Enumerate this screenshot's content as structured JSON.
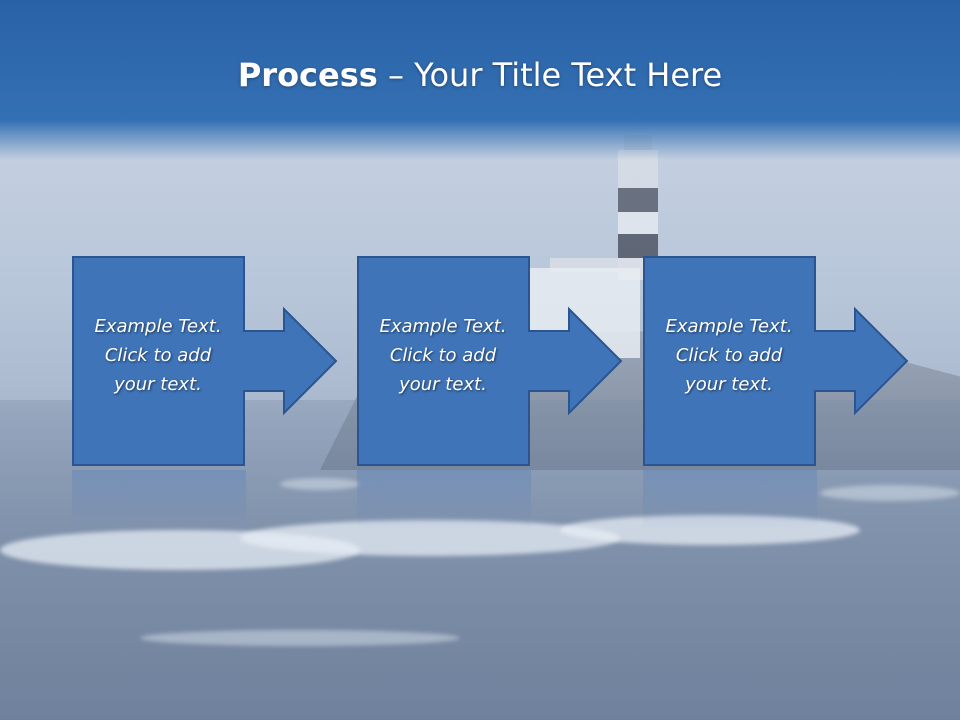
{
  "slide": {
    "title_bold": "Process",
    "title_rest": " – Your Title Text Here",
    "steps": [
      {
        "text": "Example Text.\nClick  to add\nyour text."
      },
      {
        "text": "Example Text.\nClick  to add\nyour text."
      },
      {
        "text": "Example Text.\nClick  to add\nyour text."
      }
    ],
    "colors": {
      "header_blue": "#2f69ad",
      "box_fill": "#3f74b8",
      "box_border": "#2a5590"
    }
  }
}
